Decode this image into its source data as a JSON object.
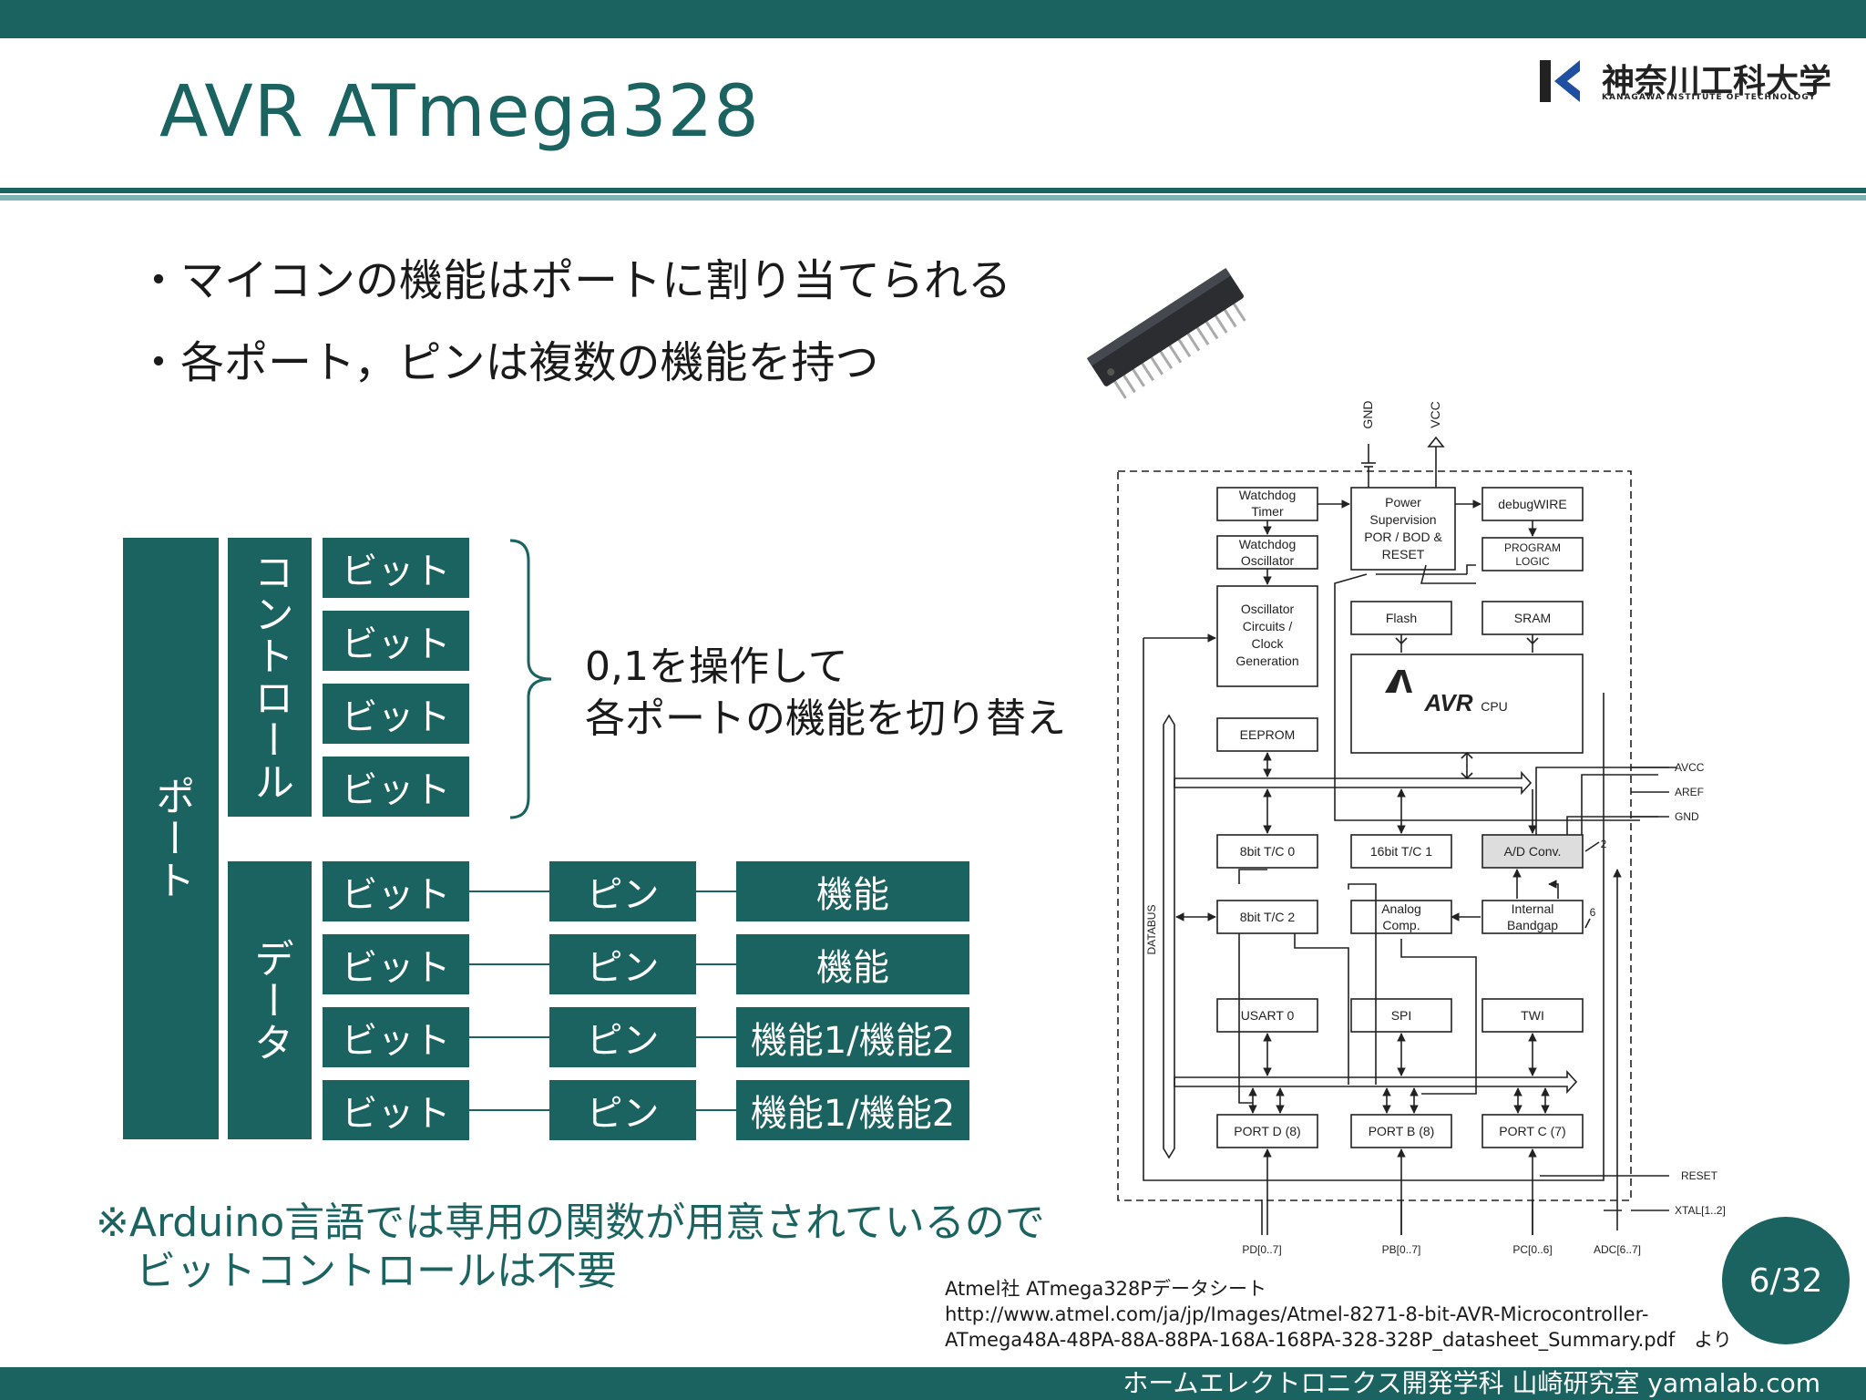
{
  "slide": {
    "title": "AVR ATmega328",
    "bullets": [
      "・マイコンの機能はポートに割り当てられる",
      "・各ポート，ピンは複数の機能を持つ"
    ],
    "logo": {
      "text": "神奈川工科大学",
      "sub": "KANAGAWA INSTITUTE OF TECHNOLOGY"
    },
    "page_number": "6/32",
    "footer": "ホームエレクトロニクス開発学科 山崎研究室 yamalab.com"
  },
  "port_diagram": {
    "port_label": "ポート",
    "control_label": "コントロール",
    "data_label": "データ",
    "control_bits": [
      "ビット",
      "ビット",
      "ビット",
      "ビット"
    ],
    "data_rows": [
      {
        "bit": "ビット",
        "pin": "ピン",
        "function": "機能"
      },
      {
        "bit": "ビット",
        "pin": "ピン",
        "function": "機能"
      },
      {
        "bit": "ビット",
        "pin": "ピン",
        "function": "機能1/機能2"
      },
      {
        "bit": "ビット",
        "pin": "ピン",
        "function": "機能1/機能2"
      }
    ],
    "description": [
      "0,1を操作して",
      "各ポートの機能を切り替え"
    ]
  },
  "note": [
    "※Arduino言語では専用の関数が用意されているので",
    "　ビットコントロールは不要"
  ],
  "citation": [
    "Atmel社 ATmega328Pデータシート",
    "http://www.atmel.com/ja/jp/Images/Atmel-8271-8-bit-AVR-Microcontroller-",
    "ATmega48A-48PA-88A-88PA-168A-168PA-328-328P_datasheet_Summary.pdf　より"
  ],
  "block_diagram": {
    "power_pins": [
      "GND",
      "VCC"
    ],
    "blocks": {
      "watchdog_timer": [
        "Watchdog",
        "Timer"
      ],
      "watchdog_osc": [
        "Watchdog",
        "Oscillator"
      ],
      "power_sup": [
        "Power",
        "Supervision",
        "POR / BOD &",
        "RESET"
      ],
      "debugwire": [
        "debugWIRE"
      ],
      "program_logic": [
        "PROGRAM",
        "LOGIC"
      ],
      "osc_circuits": [
        "Oscillator",
        "Circuits /",
        "Clock",
        "Generation"
      ],
      "flash": [
        "Flash"
      ],
      "sram": [
        "SRAM"
      ],
      "cpu": [
        "AVR",
        "CPU"
      ],
      "eeprom": [
        "EEPROM"
      ],
      "tc0": [
        "8bit T/C 0"
      ],
      "tc1": [
        "16bit T/C 1"
      ],
      "adc": [
        "A/D Conv."
      ],
      "tc2": [
        "8bit T/C 2"
      ],
      "analog_comp": [
        "Analog",
        "Comp."
      ],
      "bandgap": [
        "Internal",
        "Bandgap"
      ],
      "usart": [
        "USART 0"
      ],
      "spi": [
        "SPI"
      ],
      "twi": [
        "TWI"
      ],
      "portd": [
        "PORT D (8)"
      ],
      "portb": [
        "PORT B (8)"
      ],
      "portc": [
        "PORT C (7)"
      ]
    },
    "bus_label": "DATABUS",
    "right_pins": [
      "AVCC",
      "AREF",
      "GND",
      "RESET",
      "XTAL[1..2]"
    ],
    "bottom_pins": [
      "PD[0..7]",
      "PB[0..7]",
      "PC[0..6]",
      "ADC[6..7]"
    ],
    "bus_widths": [
      "2",
      "6"
    ]
  }
}
